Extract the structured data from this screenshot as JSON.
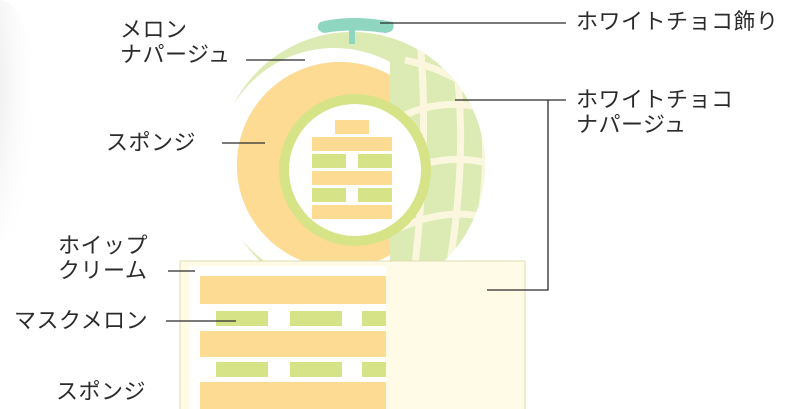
{
  "labels": {
    "melon_napage": [
      "メロン",
      "ナパージュ"
    ],
    "sponge_inner": "スポンジ",
    "whip_cream": [
      "ホイップ",
      "クリーム"
    ],
    "musk_melon": "マスクメロン",
    "sponge_bottom": "スポンジ",
    "white_choco_deco": "ホワイトチョコ飾り",
    "white_choco_napage": [
      "ホワイトチョコ",
      "ナパージュ"
    ]
  },
  "colors": {
    "melon_rind": "#dceab4",
    "melon_net": "#fbf7df",
    "sponge": "#fddb93",
    "melon_flesh": "#d6e387",
    "cream": "#fffbe6",
    "stem": "#8fd6c0",
    "leader_line": "#2b2b2b"
  }
}
